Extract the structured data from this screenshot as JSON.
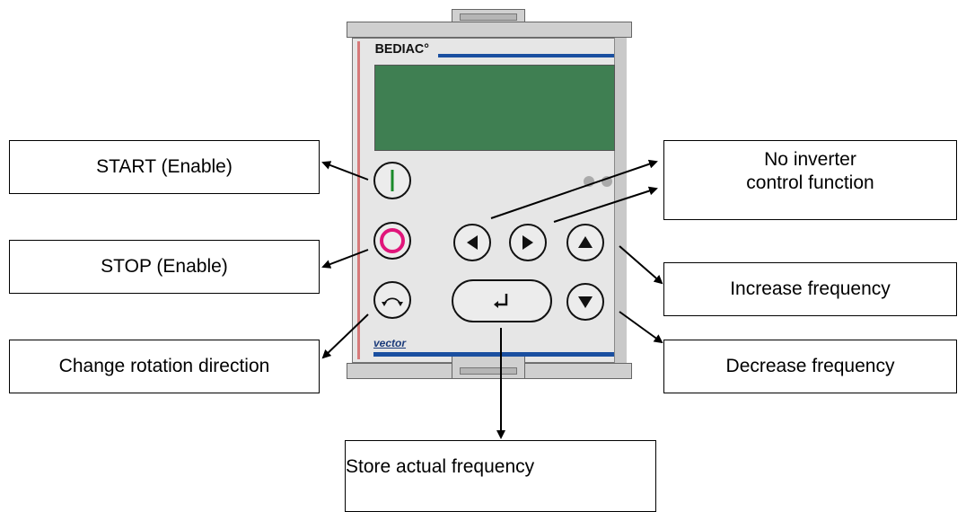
{
  "device": {
    "brand_logo": "BEDIAC°",
    "model_label": "vector"
  },
  "callouts": {
    "start": "START (Enable)",
    "stop": "STOP (Enable)",
    "rotation": "Change rotation direction",
    "no_inverter_line1": "No inverter",
    "no_inverter_line2": "control function",
    "increase": "Increase frequency",
    "decrease": "Decrease frequency",
    "store": "Store actual frequency"
  },
  "colors": {
    "lcd": "#3f7f52",
    "stop_ring": "#e0157a",
    "start_bar": "#1a8a2a",
    "accent_blue": "#1a4fa0"
  }
}
